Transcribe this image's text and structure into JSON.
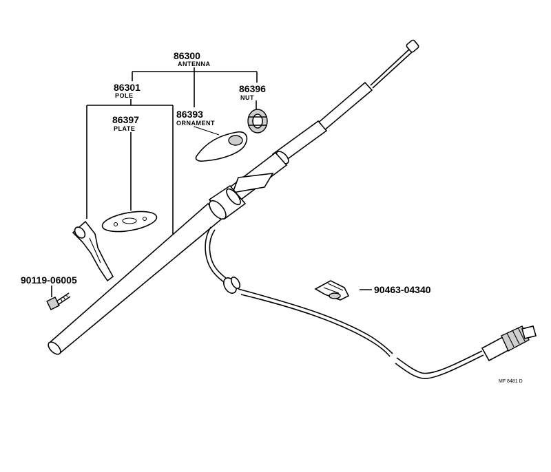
{
  "parts": {
    "antenna": {
      "number": "86300",
      "name": "ANTENNA"
    },
    "pole": {
      "number": "86301",
      "name": "POLE"
    },
    "nut": {
      "number": "86396",
      "name": "NUT"
    },
    "ornament": {
      "number": "86393",
      "name": "ORNAMENT"
    },
    "plate": {
      "number": "86397",
      "name": "PLATE"
    },
    "bolt": {
      "number": "90119-06005"
    },
    "clip": {
      "number": "90463-04340"
    }
  },
  "drawing_code": "MF 8481 D"
}
